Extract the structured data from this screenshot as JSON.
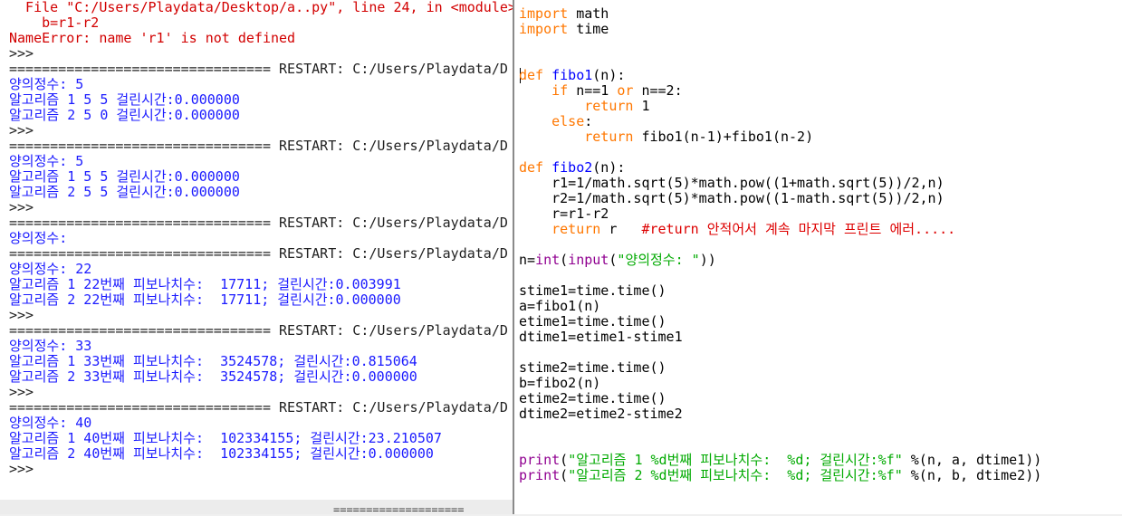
{
  "shell": {
    "lines": [
      {
        "text": "  File \"C:/Users/Playdata/Desktop/a..py\", line 24, in <module>",
        "color": "red"
      },
      {
        "text": "    b=r1-r2",
        "color": "red"
      },
      {
        "text": "NameError: name 'r1' is not defined",
        "color": "red"
      },
      {
        "text": ">>>",
        "color": "dark"
      },
      {
        "text": "================================ RESTART: C:/Users/Playdata/D",
        "color": "dark"
      },
      {
        "text": "양의정수: 5",
        "color": "blue"
      },
      {
        "text": "알고리즘 1 5 5 걸린시간:0.000000",
        "color": "blue"
      },
      {
        "text": "알고리즘 2 5 0 걸린시간:0.000000",
        "color": "blue"
      },
      {
        "text": ">>>",
        "color": "dark"
      },
      {
        "text": "================================ RESTART: C:/Users/Playdata/D",
        "color": "dark"
      },
      {
        "text": "양의정수: 5",
        "color": "blue"
      },
      {
        "text": "알고리즘 1 5 5 걸린시간:0.000000",
        "color": "blue"
      },
      {
        "text": "알고리즘 2 5 5 걸린시간:0.000000",
        "color": "blue"
      },
      {
        "text": ">>>",
        "color": "dark"
      },
      {
        "text": "================================ RESTART: C:/Users/Playdata/D",
        "color": "dark"
      },
      {
        "text": "양의정수:",
        "color": "blue"
      },
      {
        "text": "================================ RESTART: C:/Users/Playdata/D",
        "color": "dark"
      },
      {
        "text": "양의정수: 22",
        "color": "blue"
      },
      {
        "text": "알고리즘 1 22번째 피보나치수:  17711; 걸린시간:0.003991",
        "color": "blue"
      },
      {
        "text": "알고리즘 2 22번째 피보나치수:  17711; 걸린시간:0.000000",
        "color": "blue"
      },
      {
        "text": ">>>",
        "color": "dark"
      },
      {
        "text": "================================ RESTART: C:/Users/Playdata/D",
        "color": "dark"
      },
      {
        "text": "양의정수: 33",
        "color": "blue"
      },
      {
        "text": "알고리즘 1 33번째 피보나치수:  3524578; 걸린시간:0.815064",
        "color": "blue"
      },
      {
        "text": "알고리즘 2 33번째 피보나치수:  3524578; 걸린시간:0.000000",
        "color": "blue"
      },
      {
        "text": ">>>",
        "color": "dark"
      },
      {
        "text": "================================ RESTART: C:/Users/Playdata/D",
        "color": "dark"
      },
      {
        "text": "양의정수: 40",
        "color": "blue"
      },
      {
        "text": "알고리즘 1 40번째 피보나치수:  102334155; 걸린시간:23.210507",
        "color": "blue"
      },
      {
        "text": "알고리즘 2 40번째 피보나치수:  102334155; 걸린시간:0.000000",
        "color": "blue"
      },
      {
        "text": ">>>",
        "color": "dark"
      }
    ],
    "bottom_separator": "===================="
  },
  "editor": {
    "lines": [
      [
        {
          "t": "import",
          "c": "kw"
        },
        {
          "t": " math",
          "c": "tx"
        }
      ],
      [
        {
          "t": "import",
          "c": "kw"
        },
        {
          "t": " time",
          "c": "tx"
        }
      ],
      [],
      [],
      [
        {
          "t": "def",
          "c": "kw"
        },
        {
          "t": " ",
          "c": "tx"
        },
        {
          "t": "fibo1",
          "c": "fn"
        },
        {
          "t": "(n):",
          "c": "tx"
        }
      ],
      [
        {
          "t": "    ",
          "c": "tx"
        },
        {
          "t": "if",
          "c": "kw"
        },
        {
          "t": " n==1 ",
          "c": "tx"
        },
        {
          "t": "or",
          "c": "kw"
        },
        {
          "t": " n==2:",
          "c": "tx"
        }
      ],
      [
        {
          "t": "        ",
          "c": "tx"
        },
        {
          "t": "return",
          "c": "kw"
        },
        {
          "t": " 1",
          "c": "tx"
        }
      ],
      [
        {
          "t": "    ",
          "c": "tx"
        },
        {
          "t": "else",
          "c": "kw"
        },
        {
          "t": ":",
          "c": "tx"
        }
      ],
      [
        {
          "t": "        ",
          "c": "tx"
        },
        {
          "t": "return",
          "c": "kw"
        },
        {
          "t": " fibo1(n-1)+fibo1(n-2)",
          "c": "tx"
        }
      ],
      [],
      [
        {
          "t": "def",
          "c": "kw"
        },
        {
          "t": " ",
          "c": "tx"
        },
        {
          "t": "fibo2",
          "c": "fn"
        },
        {
          "t": "(n):",
          "c": "tx"
        }
      ],
      [
        {
          "t": "    r1=1/math.sqrt(5)*math.pow((1+math.sqrt(5))/2,n)",
          "c": "tx"
        }
      ],
      [
        {
          "t": "    r2=1/math.sqrt(5)*math.pow((1-math.sqrt(5))/2,n)",
          "c": "tx"
        }
      ],
      [
        {
          "t": "    r=r1-r2",
          "c": "tx"
        }
      ],
      [
        {
          "t": "    ",
          "c": "tx"
        },
        {
          "t": "return",
          "c": "kw"
        },
        {
          "t": " r   ",
          "c": "tx"
        },
        {
          "t": "#return 안적어서 계속 마지막 프린트 에러.....",
          "c": "cm"
        }
      ],
      [],
      [
        {
          "t": "n=",
          "c": "tx"
        },
        {
          "t": "int",
          "c": "bi"
        },
        {
          "t": "(",
          "c": "tx"
        },
        {
          "t": "input",
          "c": "bi"
        },
        {
          "t": "(",
          "c": "tx"
        },
        {
          "t": "\"양의정수: \"",
          "c": "str"
        },
        {
          "t": "))",
          "c": "tx"
        }
      ],
      [],
      [
        {
          "t": "stime1=time.time()",
          "c": "tx"
        }
      ],
      [
        {
          "t": "a=fibo1(n)",
          "c": "tx"
        }
      ],
      [
        {
          "t": "etime1=time.time()",
          "c": "tx"
        }
      ],
      [
        {
          "t": "dtime1=etime1-stime1",
          "c": "tx"
        }
      ],
      [],
      [
        {
          "t": "stime2=time.time()",
          "c": "tx"
        }
      ],
      [
        {
          "t": "b=fibo2(n)",
          "c": "tx"
        }
      ],
      [
        {
          "t": "etime2=time.time()",
          "c": "tx"
        }
      ],
      [
        {
          "t": "dtime2=etime2-stime2",
          "c": "tx"
        }
      ],
      [],
      [],
      [
        {
          "t": "print",
          "c": "bi"
        },
        {
          "t": "(",
          "c": "tx"
        },
        {
          "t": "\"알고리즘 1 %d번째 피보나치수:  %d; 걸린시간:%f\"",
          "c": "str"
        },
        {
          "t": " %(n, a, dtime1))",
          "c": "tx"
        }
      ],
      [
        {
          "t": "print",
          "c": "bi"
        },
        {
          "t": "(",
          "c": "tx"
        },
        {
          "t": "\"알고리즘 2 %d번째 피보나치수:  %d; 걸린시간:%f\"",
          "c": "str"
        },
        {
          "t": " %(n, b, dtime2))",
          "c": "tx"
        }
      ]
    ]
  },
  "colors": {
    "error": "#d20000",
    "output": "#1a1aff",
    "keyword": "#ff7700",
    "builtin": "#900090",
    "string": "#00aa00",
    "comment": "#dd0000",
    "defname": "#0000ff"
  }
}
